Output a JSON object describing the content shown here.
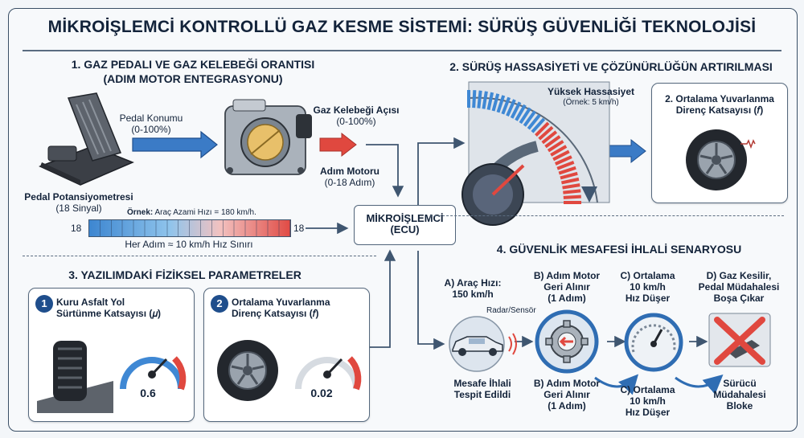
{
  "title": "MİKROİŞLEMCİ KONTROLLÜ GAZ KESME SİSTEMİ: SÜRÜŞ GÜVENLİĞİ TEKNOLOJİSİ",
  "sec1": {
    "title_line1": "1. GAZ PEDALI VE GAZ KELEBEĞİ ORANTISI",
    "title_line2": "(ADIM MOTOR ENTEGRASYONU)",
    "pedal_pos_l1": "Pedal Konumu",
    "pedal_pos_l2": "(0-100%)",
    "throttle_l1": "Gaz Kelebeği Açısı",
    "throttle_l2": "(0-100%)",
    "stepper_l1": "Adım Motoru",
    "stepper_l2": "(0-18 Adım)",
    "pot_l1": "Pedal Potansiyometresi",
    "pot_l2": "(18 Sinyal)",
    "example_bold": "Örnek:",
    "example_rest": " Araç Azami Hızı = 180 km/h.",
    "bar_left": "18",
    "bar_right": "18",
    "bar_caption": "Her Adım ≈ 10 km/h Hız Sınırı"
  },
  "ecu": {
    "line1": "MİKROİŞLEMCİ",
    "line2": "(ECU)"
  },
  "sec2": {
    "title": "2. SÜRÜŞ HASSASİYETİ VE ÇÖZÜNÜRLÜĞÜN ARTIRILMASI",
    "precision_l1": "Yüksek Hassasiyet",
    "precision_l2": "(Örnek: 5 km/h)",
    "card_l1": "2. Ortalama Yuvarlanma",
    "card_l2": "Direnç Katsayısı (𝑓)"
  },
  "sec3": {
    "title": "3. YAZILIMDAKİ FİZİKSEL PARAMETRELER",
    "card1_num": "1",
    "card1_l1": "Kuru Asfalt Yol",
    "card1_l2": "Sürtünme Katsayısı (𝜇)",
    "card1_value": "0.6",
    "card2_num": "2",
    "card2_l1": "Ortalama Yuvarlanma",
    "card2_l2": "Direnç Katsayısı (𝑓)",
    "card2_value": "0.02"
  },
  "sec4": {
    "title": "4. GÜVENLİK MESAFESİ İHLALİ SENARYOSU",
    "a_l1": "A) Araç Hızı:",
    "a_l2": "150 km/h",
    "radar": "Radar/Sensör",
    "detected_l1": "Mesafe İhlali",
    "detected_l2": "Tespit Edildi",
    "b_top_l1": "B) Adım Motor",
    "b_top_l2": "Geri Alınır",
    "b_top_l3": "(1 Adım)",
    "c_top_l1": "C) Ortalama",
    "c_top_l2": "10 km/h",
    "c_top_l3": "Hız Düşer",
    "d_l1": "D) Gaz Kesilir,",
    "d_l2": "Pedal Müdahalesi",
    "d_l3": "Boşa Çıkar",
    "b_bot_l1": "B) Adım Motor",
    "b_bot_l2": "Geri Alınır",
    "b_bot_l3": "(1 Adım)",
    "c_bot_l1": "C) Ortalama",
    "c_bot_l2": "10 km/h",
    "c_bot_l3": "Hız Düşer",
    "blocked_l1": "Sürücü",
    "blocked_l2": "Müdahalesi",
    "blocked_l3": "Bloke"
  },
  "colors": {
    "blue": "#2f6db3",
    "red": "#d9534f",
    "navy": "#13233a",
    "line": "#3f5670"
  }
}
